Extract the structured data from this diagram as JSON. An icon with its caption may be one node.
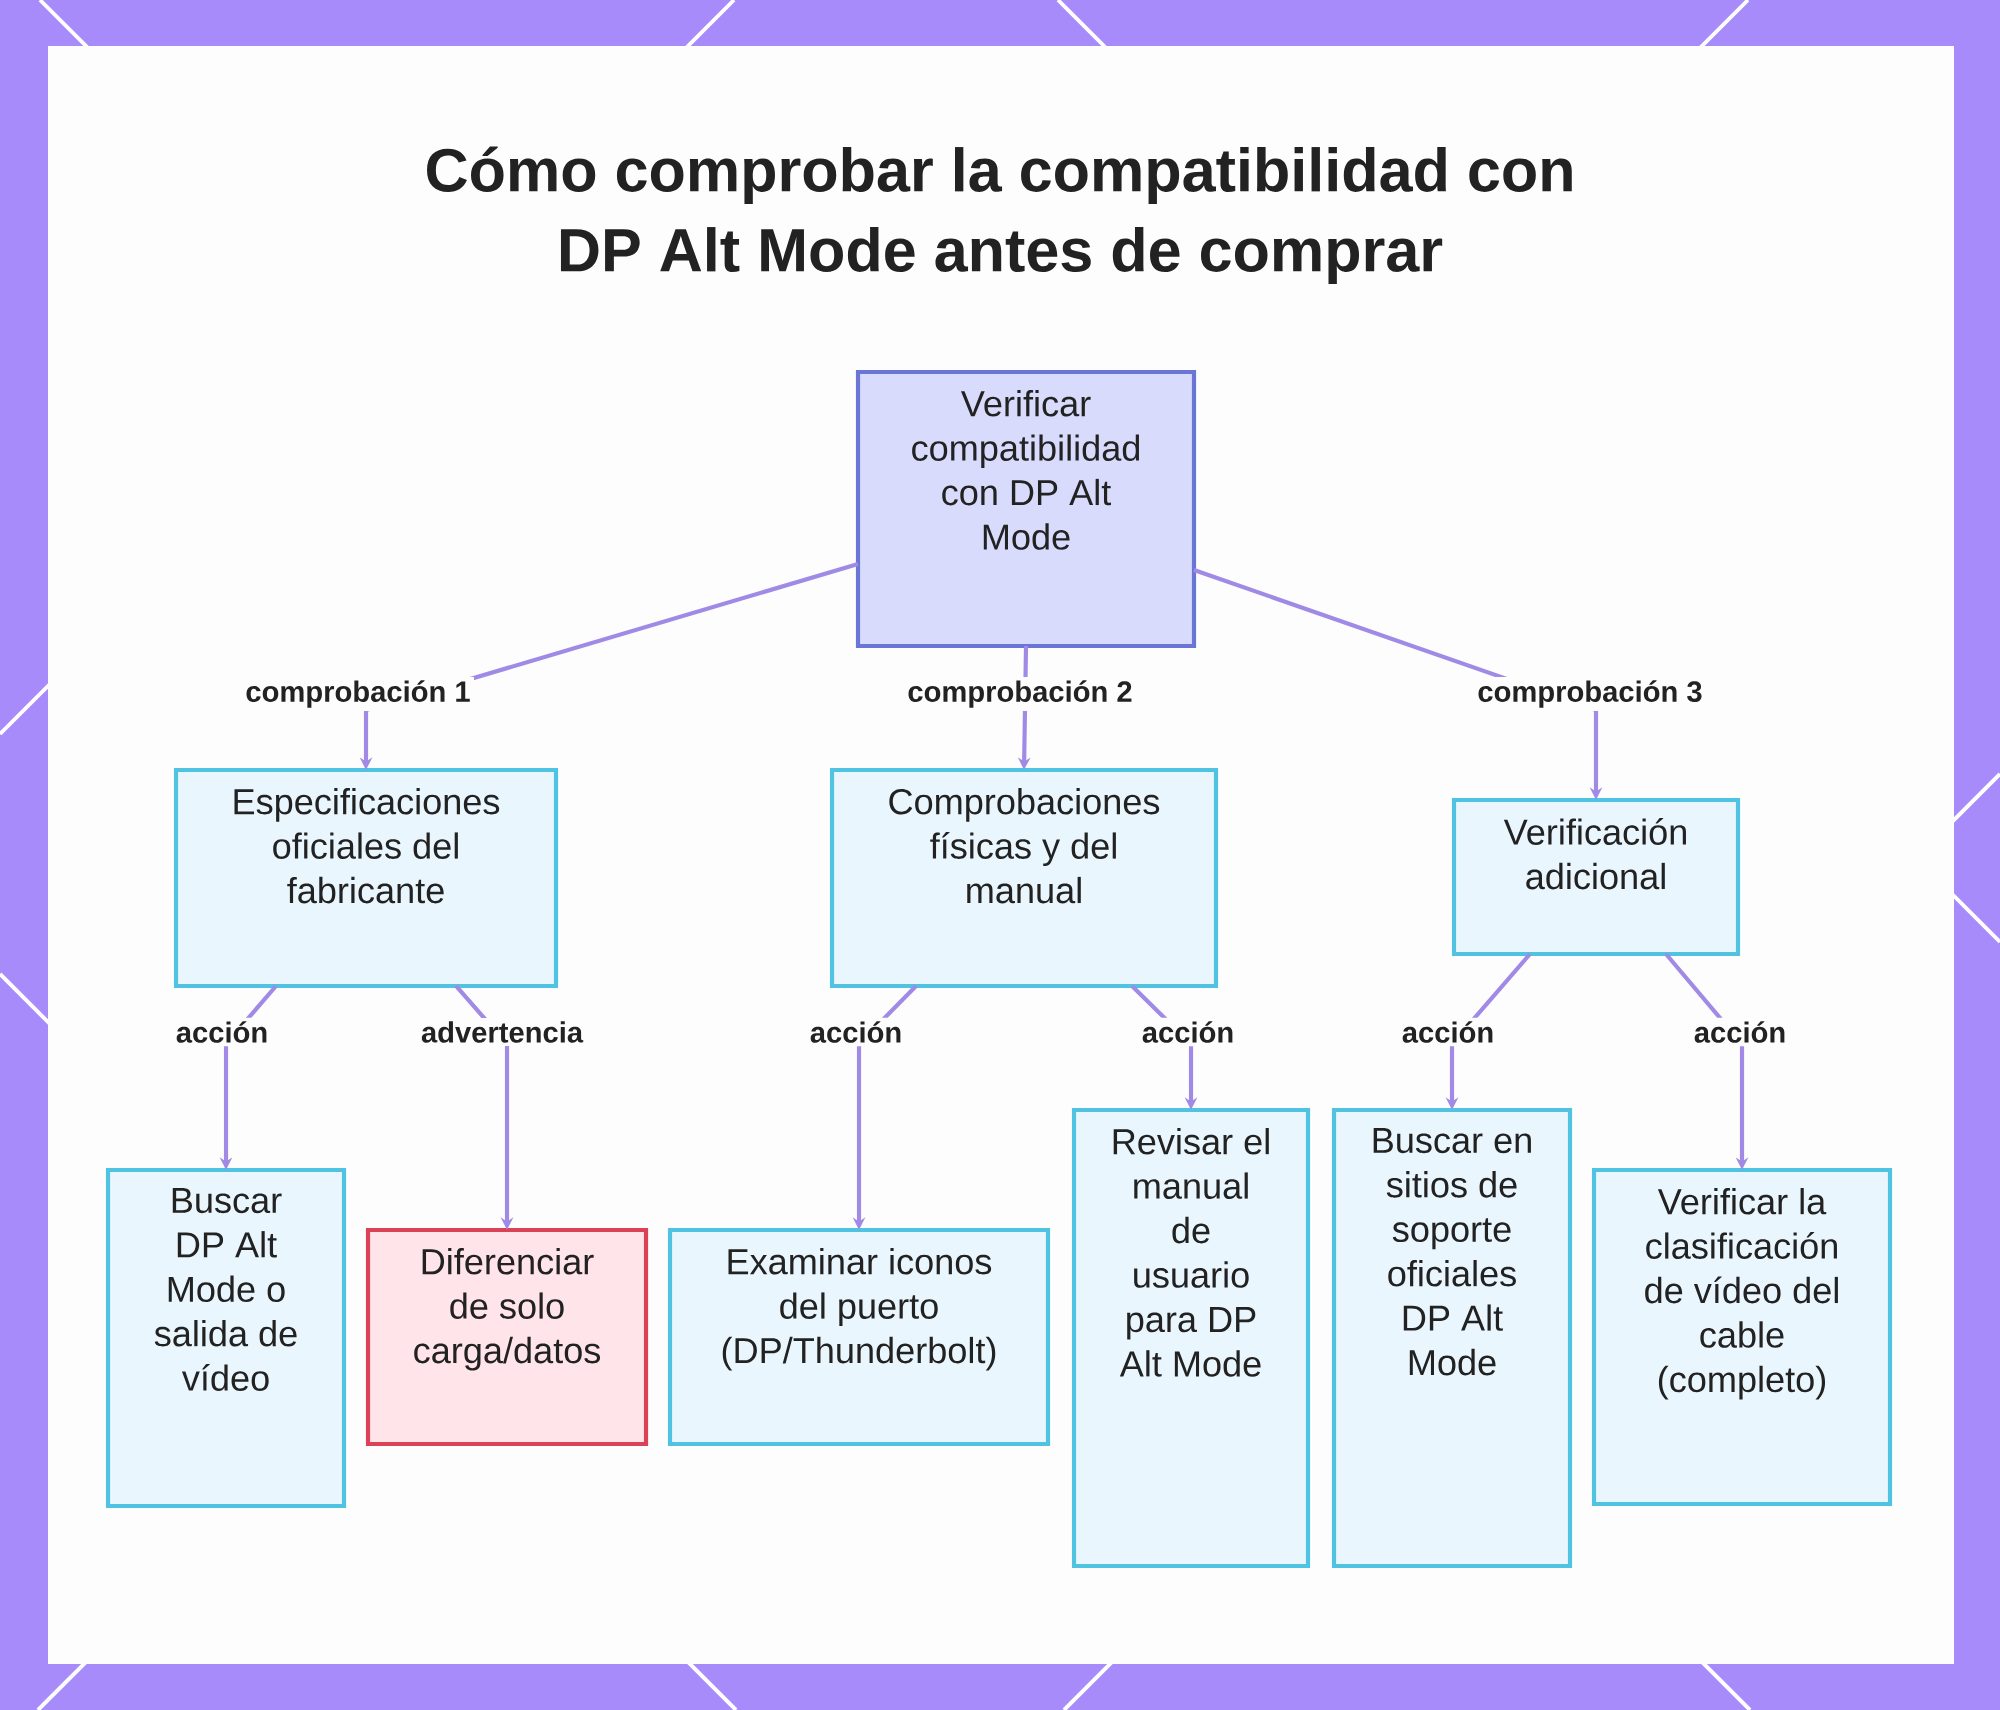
{
  "diagram": {
    "title": "Cómo comprobar la compatibilidad con DP Alt Mode antes de comprar",
    "nodes": [
      {
        "text": [
          "Verificar compatibilidad con DP Alt Mode"
        ]
      },
      {
        "text": [
          "Especificaciones oficiales del fabricante"
        ]
      },
      {
        "text": [
          "Comprobaciones físicas y del manual"
        ]
      },
      {
        "text": [
          "Verificación adicional"
        ]
      },
      {
        "text": [
          "Buscar DP Alt Mode o salida de vídeo"
        ]
      },
      {
        "text": [
          "Diferenciar de solo carga/datos"
        ]
      },
      {
        "text": [
          "Examinar iconos del puerto (DP/Thunderbolt)"
        ]
      },
      {
        "text": [
          "Revisar el manual de usuario para DP Alt Mode"
        ]
      },
      {
        "text": [
          "Buscar en sitios de soporte oficiales DP Alt Mode"
        ]
      },
      {
        "text": [
          "Verificar la clasificación de vídeo del cable (completo)"
        ]
      }
    ],
    "edges": [
      {
        "from": 0,
        "to": 1,
        "arrow": "to",
        "label": "comprobación 1"
      },
      {
        "from": 0,
        "to": 2,
        "arrow": "to",
        "label": "comprobación 2"
      },
      {
        "from": 0,
        "to": 3,
        "arrow": "to",
        "label": "comprobación 3"
      },
      {
        "from": 1,
        "to": 4,
        "arrow": "to",
        "label": "acción"
      },
      {
        "from": 1,
        "to": 5,
        "arrow": "to",
        "label": "advertencia"
      },
      {
        "from": 2,
        "to": 6,
        "arrow": "to",
        "label": "acción"
      },
      {
        "from": 2,
        "to": 7,
        "arrow": "to",
        "label": "acción"
      },
      {
        "from": 3,
        "to": 8,
        "arrow": "to",
        "label": "acción"
      },
      {
        "from": 3,
        "to": 9,
        "arrow": "to",
        "label": "acción"
      }
    ]
  }
}
